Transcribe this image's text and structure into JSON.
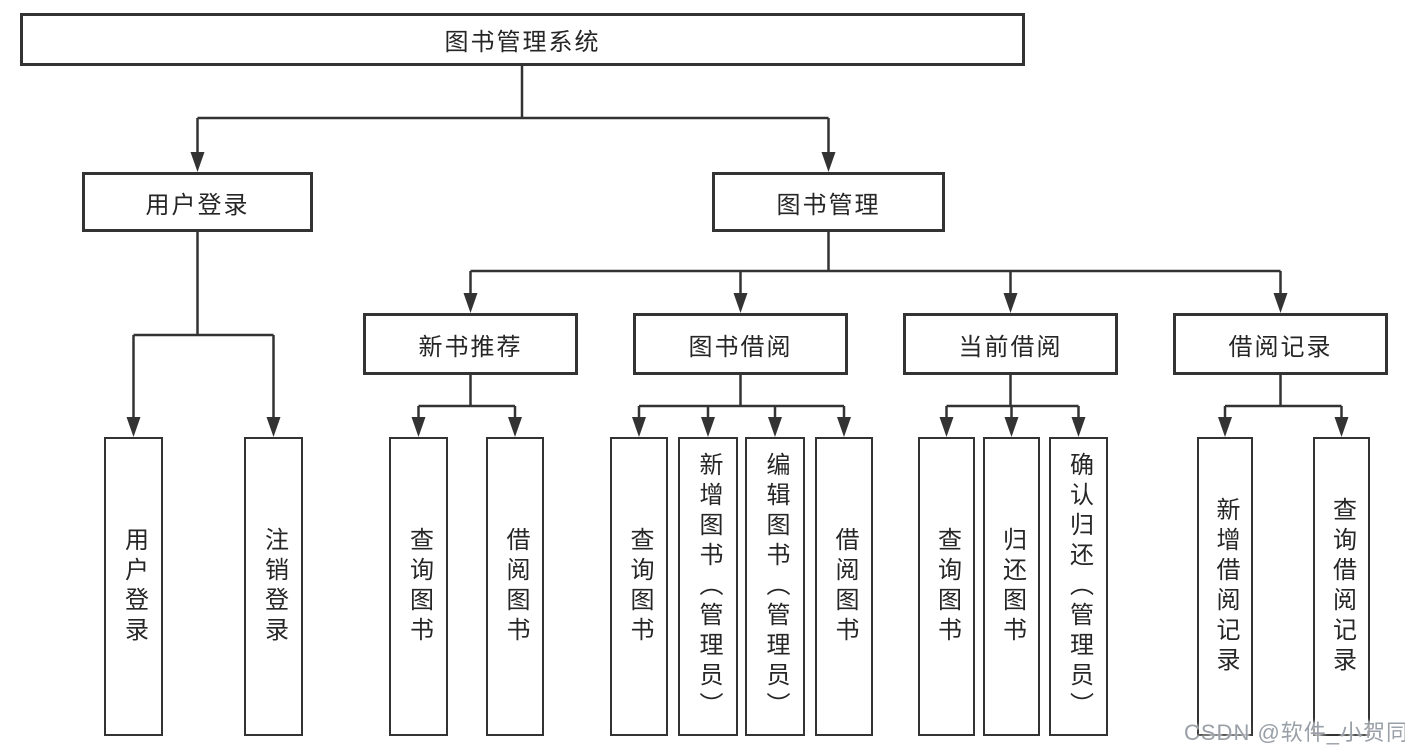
{
  "diagram_title": "图书管理系统",
  "colors": {
    "line": "#333333",
    "text": "#262626",
    "background": "#ffffff",
    "watermark": "#9aa0a8"
  },
  "nodes": {
    "root": {
      "label": "图书管理系统"
    },
    "user_login": {
      "label": "用户登录"
    },
    "book_mgmt": {
      "label": "图书管理"
    },
    "new_book_rec": {
      "label": "新书推荐"
    },
    "book_borrow": {
      "label": "图书借阅"
    },
    "current_borrow": {
      "label": "当前借阅"
    },
    "borrow_records": {
      "label": "借阅记录"
    },
    "leaf_user_login": {
      "label": "用户登录"
    },
    "leaf_logout": {
      "label": "注销登录"
    },
    "leaf_query_books_rec": {
      "label": "查询图书"
    },
    "leaf_borrow_books_rec": {
      "label": "借阅图书"
    },
    "leaf_query_books_borrow": {
      "label": "查询图书"
    },
    "leaf_add_books_admin": {
      "label": "新增图书（管理员）"
    },
    "leaf_edit_books_admin": {
      "label": "编辑图书（管理员）"
    },
    "leaf_borrow_books": {
      "label": "借阅图书"
    },
    "leaf_query_books_current": {
      "label": "查询图书"
    },
    "leaf_return_books": {
      "label": "归还图书"
    },
    "leaf_confirm_return_admin": {
      "label": "确认归还（管理员）"
    },
    "leaf_add_borrow_record": {
      "label": "新增借阅记录"
    },
    "leaf_query_borrow_record": {
      "label": "查询借阅记录"
    }
  },
  "watermark": {
    "text": "CSDN @软件_小贺同学"
  }
}
